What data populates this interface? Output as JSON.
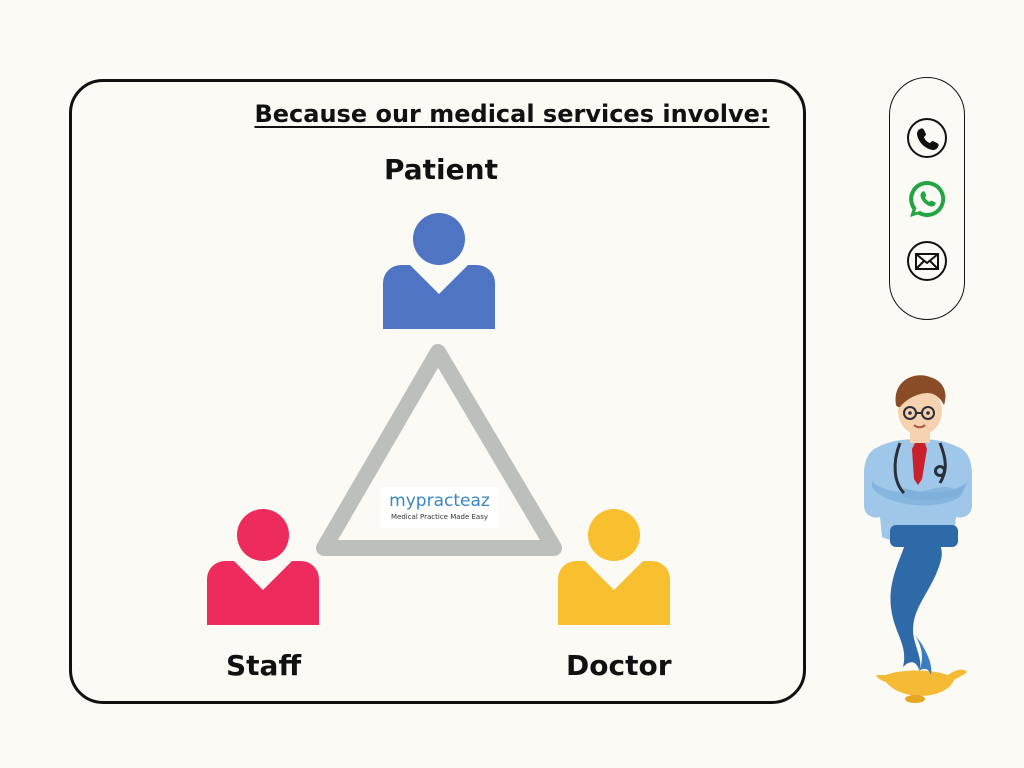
{
  "heading": "Because our medical services involve:",
  "roles": {
    "patient": {
      "label": "Patient",
      "color": "#4f74c4"
    },
    "staff": {
      "label": "Staff",
      "color": "#ee2b5d"
    },
    "doctor": {
      "label": "Doctor",
      "color": "#f8c02e"
    }
  },
  "logo": {
    "name": "mypracteaz",
    "tagline": "Medical Practice Made Easy"
  },
  "contacts": [
    {
      "icon": "phone-icon"
    },
    {
      "icon": "whatsapp-icon",
      "color": "#25a444"
    },
    {
      "icon": "mail-icon"
    }
  ],
  "illustration": {
    "icon": "genie-doctor-illustration"
  }
}
